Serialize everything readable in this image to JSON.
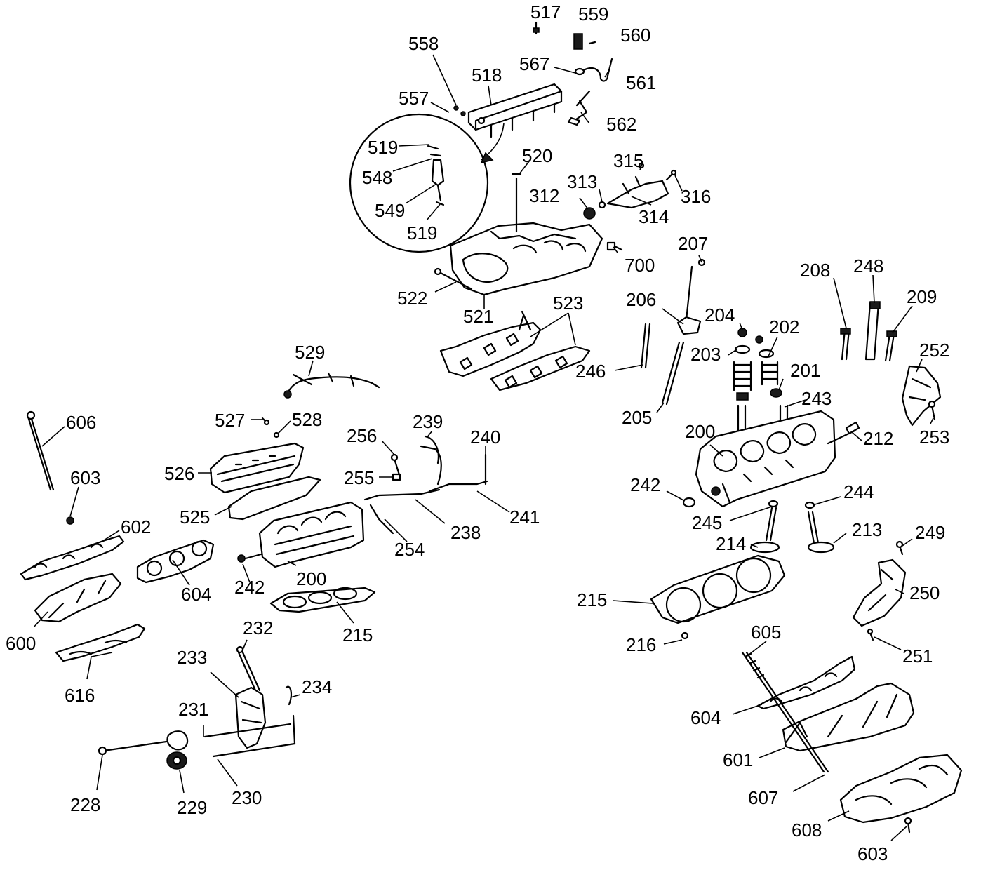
{
  "labels": {
    "l517": "517",
    "l559": "559",
    "l560": "560",
    "l558": "558",
    "l567": "567",
    "l518": "518",
    "l561": "561",
    "l557": "557",
    "l562": "562",
    "l519a": "519",
    "l548": "548",
    "l549": "549",
    "l519b": "519",
    "l520": "520",
    "l315": "315",
    "l313": "313",
    "l312": "312",
    "l316": "316",
    "l314": "314",
    "l700": "700",
    "l207": "207",
    "l522": "522",
    "l521": "521",
    "l523": "523",
    "l206": "206",
    "l208": "208",
    "l248": "248",
    "l209": "209",
    "l204": "204",
    "l202": "202",
    "l203": "203",
    "l252": "252",
    "l246": "246",
    "l201": "201",
    "l243": "243",
    "l205": "205",
    "l253": "253",
    "l529": "529",
    "l606": "606",
    "l527": "527",
    "l528": "528",
    "l239": "239",
    "l256": "256",
    "l240": "240",
    "l200a": "200",
    "l212": "212",
    "l603a": "603",
    "l526": "526",
    "l255": "255",
    "l242a": "242",
    "l244": "244",
    "l602": "602",
    "l525": "525",
    "l241": "241",
    "l245": "245",
    "l238": "238",
    "l254": "254",
    "l214": "214",
    "l213": "213",
    "l249": "249",
    "l604a": "604",
    "l242b": "242",
    "l200b": "200",
    "l250": "250",
    "l215a": "215",
    "l215b": "215",
    "l600": "600",
    "l216": "216",
    "l605": "605",
    "l232": "232",
    "l251": "251",
    "l616": "616",
    "l233": "233",
    "l234": "234",
    "l604b": "604",
    "l231": "231",
    "l601": "601",
    "l607": "607",
    "l228": "228",
    "l229": "229",
    "l230": "230",
    "l608": "608",
    "l603b": "603"
  }
}
